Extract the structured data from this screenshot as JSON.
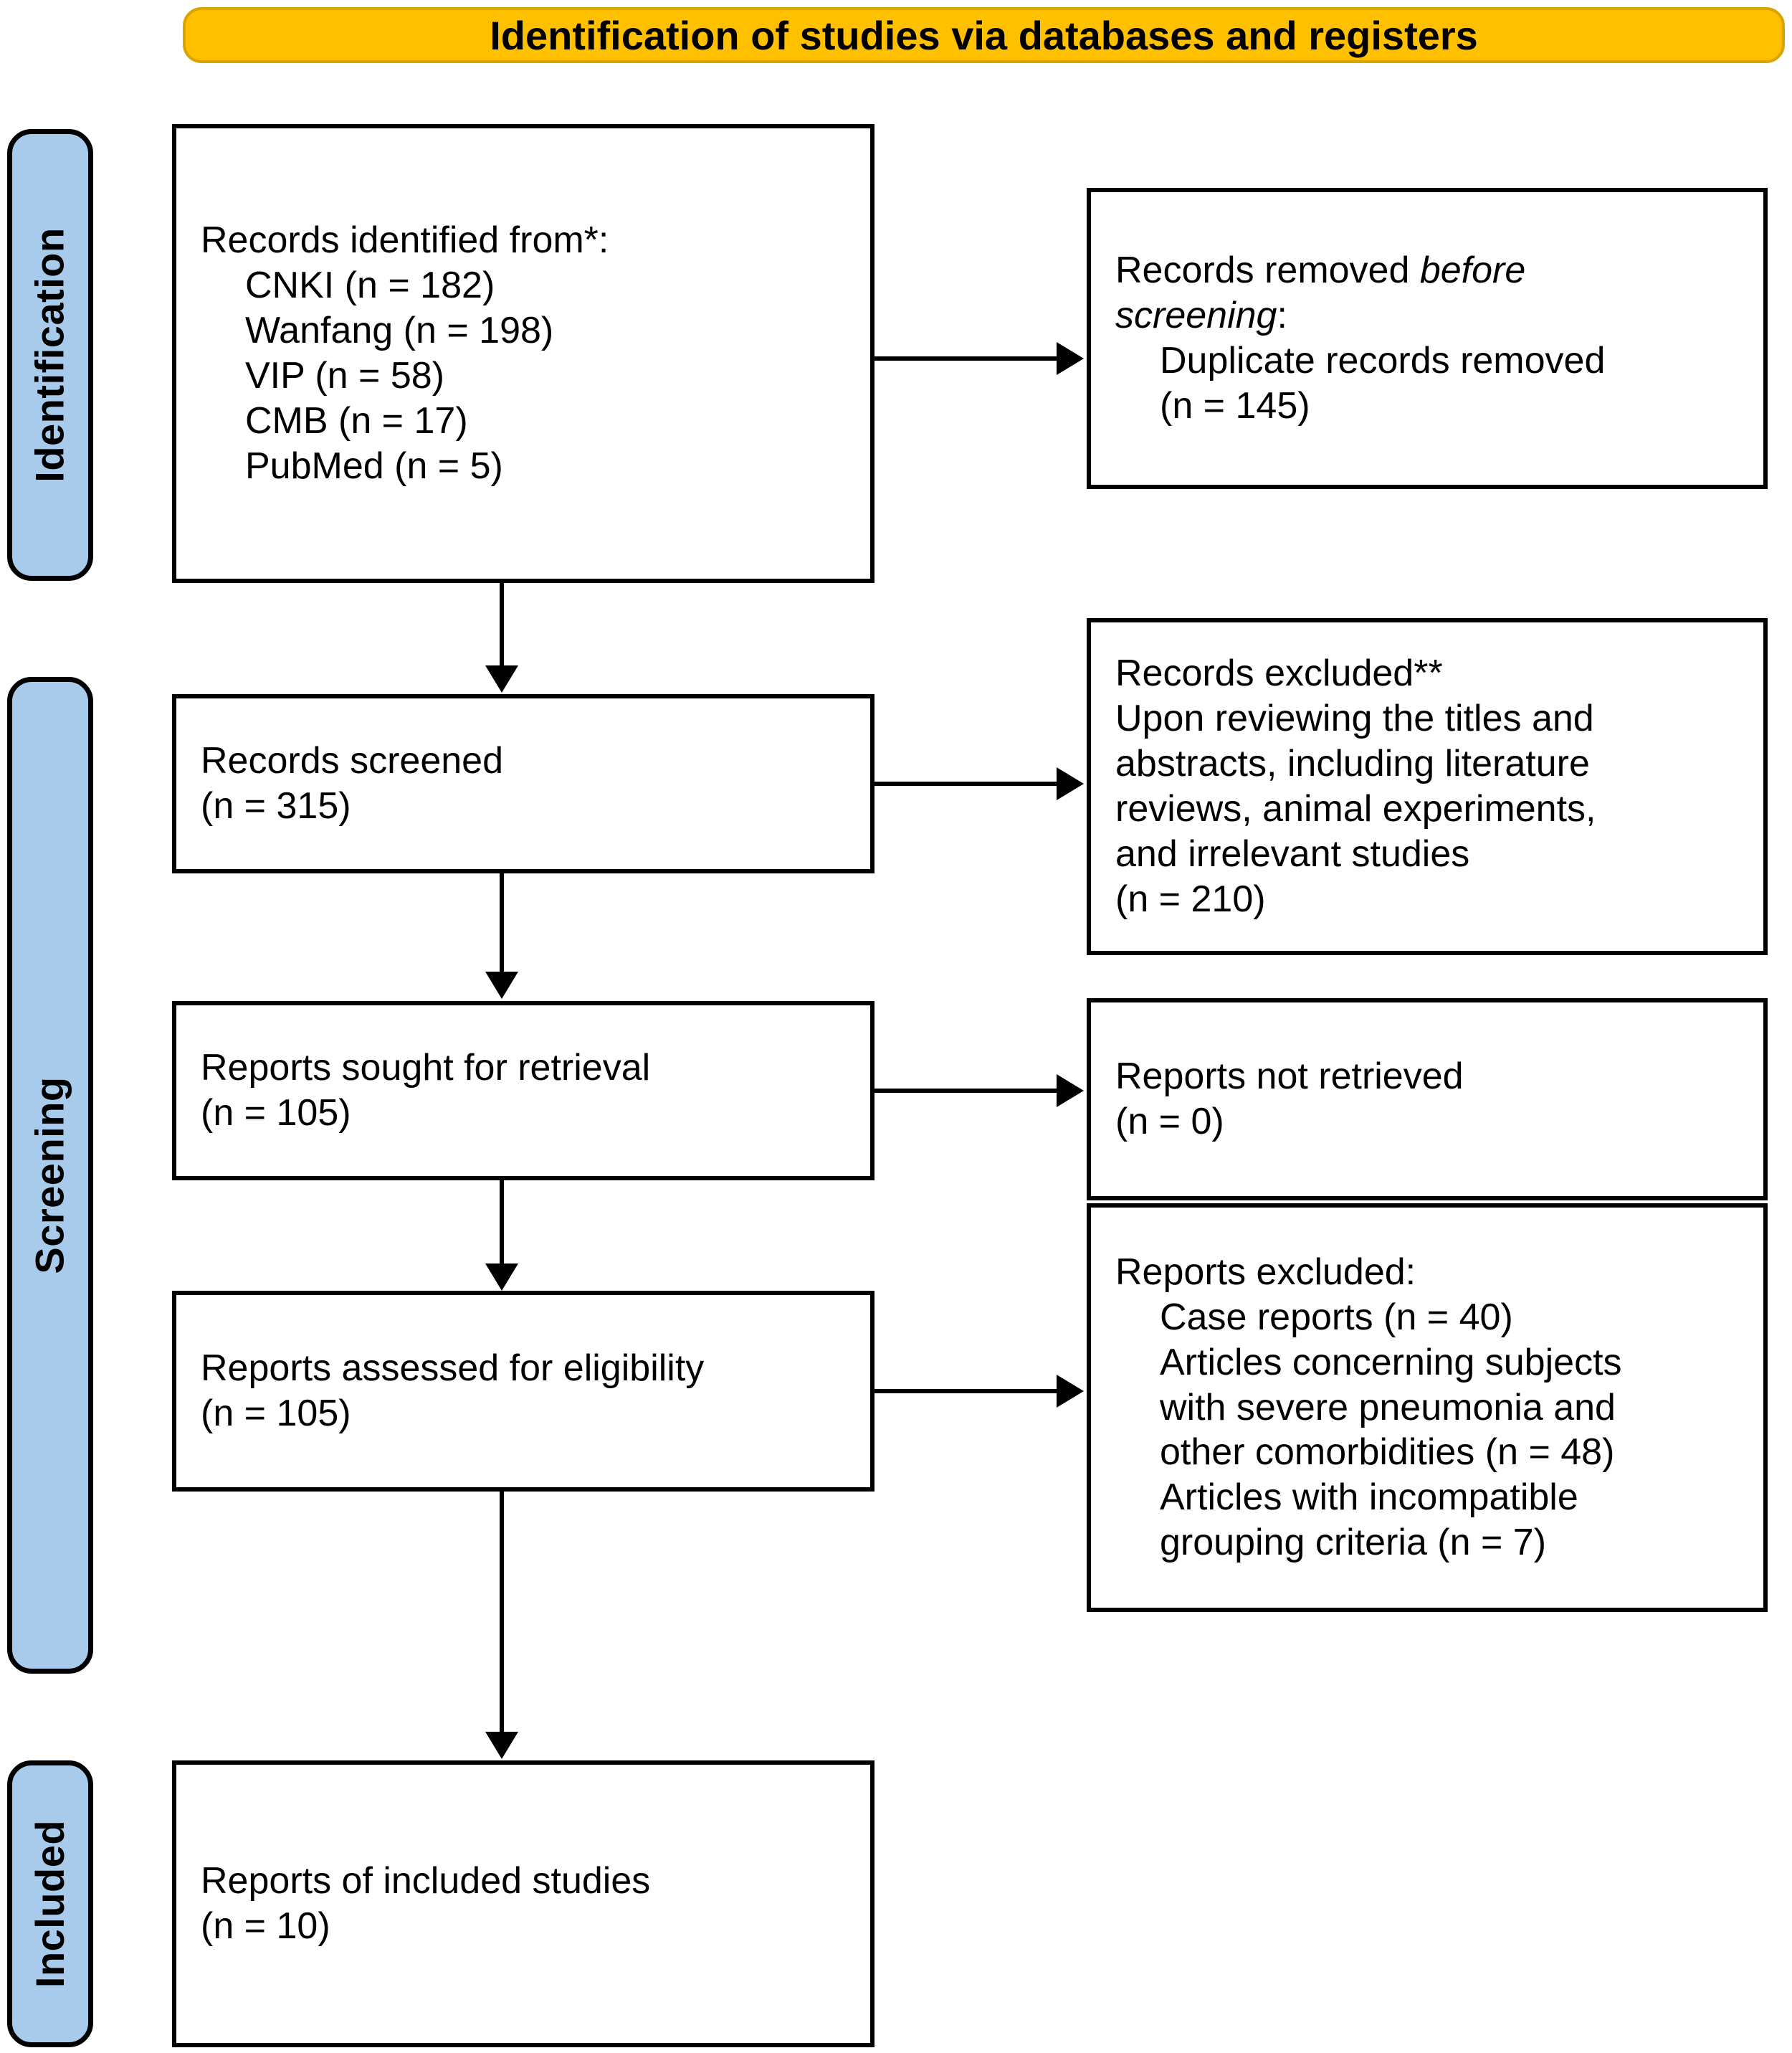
{
  "diagram": {
    "title": "Identification of studies via databases and registers",
    "colors": {
      "header_fill": "#FFC000",
      "phase_fill": "#A8CBEC",
      "box_stroke": "#000000",
      "box_fill": "#FFFFFF"
    }
  },
  "phases": [
    {
      "key": "identification",
      "label": "Identification"
    },
    {
      "key": "screening",
      "label": "Screening"
    },
    {
      "key": "included",
      "label": "Included"
    }
  ],
  "boxes": {
    "records_identified": {
      "heading": "Records identified from*:",
      "items": [
        "CNKI (n = 182)",
        "Wanfang (n = 198)",
        "VIP (n = 58)",
        "CMB (n = 17)",
        "PubMed (n = 5)"
      ]
    },
    "records_removed": {
      "heading_pre": "Records removed ",
      "heading_italic": "before",
      "heading_italic2": "screening",
      "heading_post": ":",
      "items": [
        "Duplicate records removed",
        "(n = 145)"
      ]
    },
    "records_screened": {
      "line1": "Records screened",
      "line2": "(n = 315)"
    },
    "records_excluded": {
      "line1": "Records excluded**",
      "line2": "Upon reviewing the titles and",
      "line3": "abstracts, including literature",
      "line4": "reviews, animal experiments,",
      "line5": "and irrelevant studies",
      "line6": "(n = 210)"
    },
    "reports_sought": {
      "line1": "Reports sought for retrieval",
      "line2": "(n = 105)"
    },
    "reports_not_retrieved": {
      "line1": "Reports not retrieved",
      "line2": "(n = 0)"
    },
    "reports_assessed": {
      "line1": "Reports assessed for eligibility",
      "line2": "(n = 105)"
    },
    "reports_excluded": {
      "heading": "Reports excluded:",
      "items": [
        "Case reports (n = 40)",
        "Articles concerning subjects",
        "with severe pneumonia and",
        "other comorbidities (n = 48)",
        "Articles with incompatible",
        "grouping criteria (n = 7)"
      ]
    },
    "reports_included": {
      "line1": "Reports of included studies",
      "line2": "(n = 10)"
    }
  }
}
